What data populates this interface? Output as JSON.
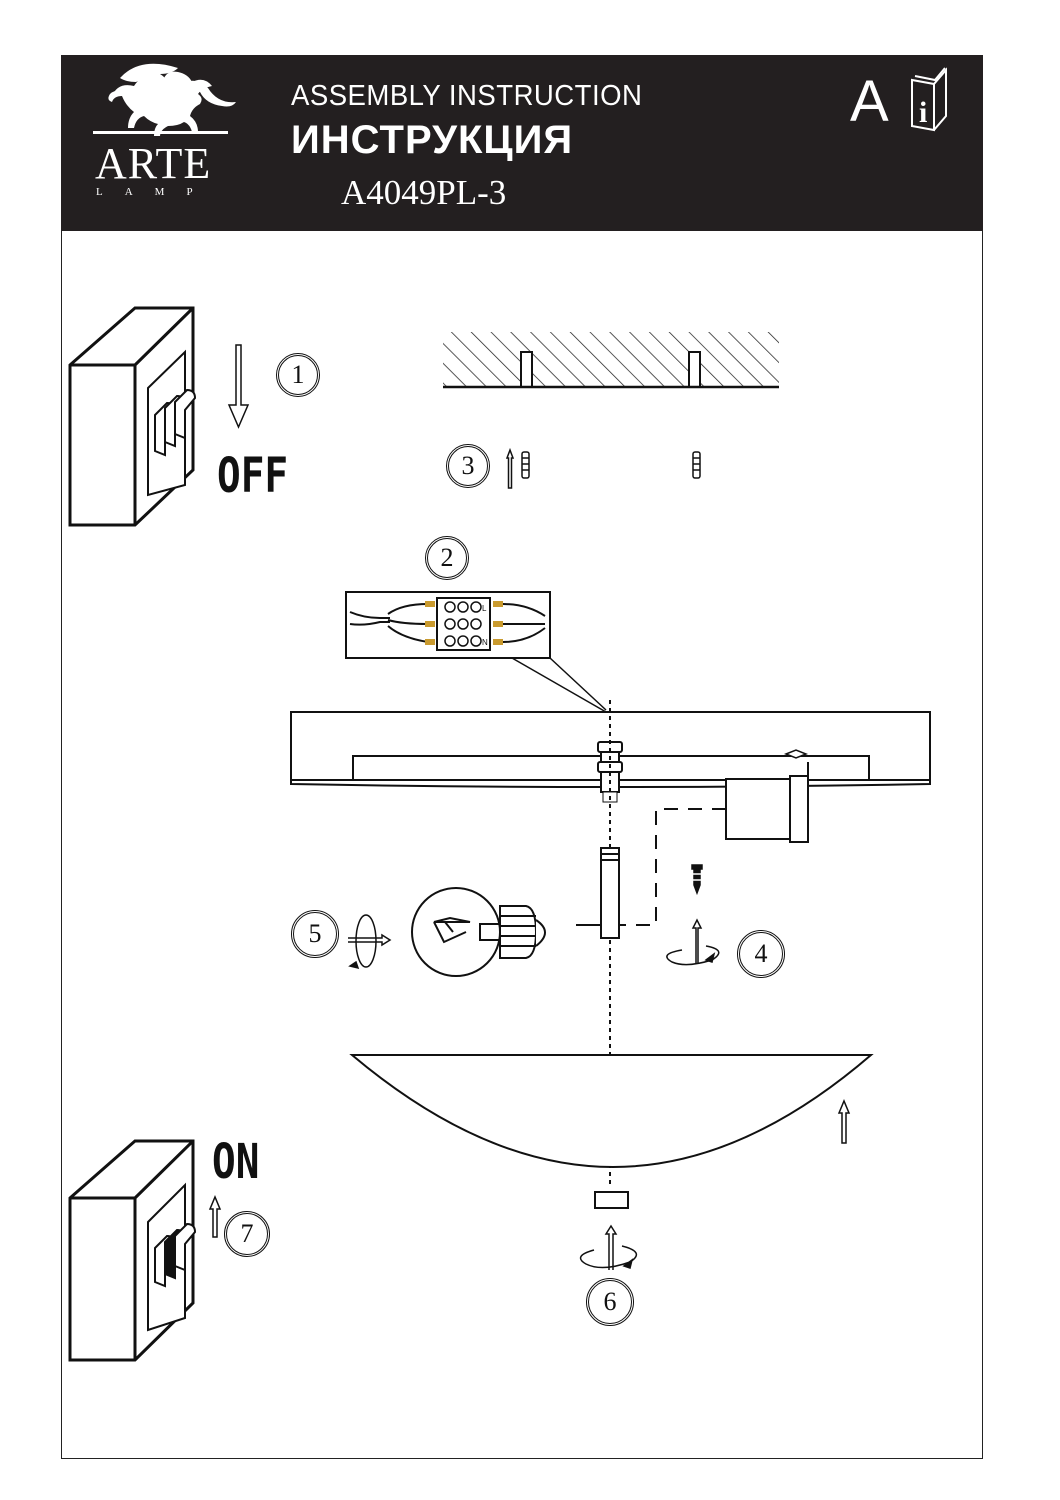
{
  "header": {
    "brand": "ARTE",
    "brand_sub": "LAMP",
    "title_en": "ASSEMBLY INSTRUCTION",
    "title_ru": "ИНСТРУКЦИЯ",
    "model": "A4049PL-3",
    "info_letter": "A",
    "info_icon_letter": "i"
  },
  "switch_labels": {
    "off": "OFF",
    "on": "ON"
  },
  "steps": [
    "1",
    "2",
    "3",
    "4",
    "5",
    "6",
    "7"
  ],
  "terminal_labels": [
    "L",
    "N"
  ]
}
